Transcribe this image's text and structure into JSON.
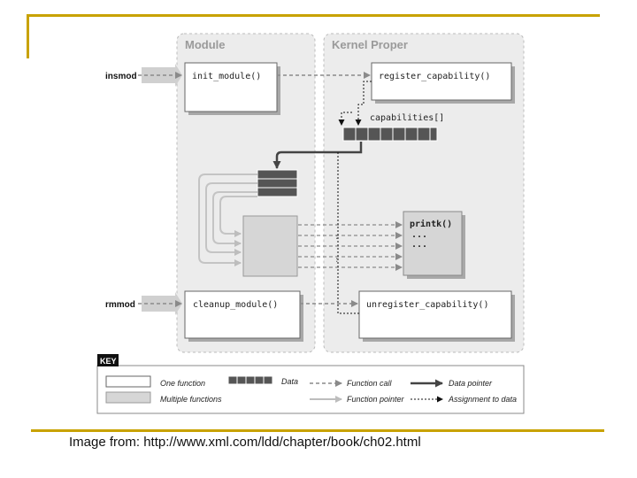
{
  "panels": {
    "module": "Module",
    "kernel": "Kernel Proper"
  },
  "commands": {
    "insmod": "insmod",
    "rmmod": "rmmod"
  },
  "functions": {
    "init_module": "init_module()",
    "register_capability": "register_capability()",
    "capabilities": "capabilities[]",
    "printk": "printk()",
    "printk_more_1": "...",
    "printk_more_2": "...",
    "cleanup_module": "cleanup_module()",
    "unregister_capability": "unregister_capability()"
  },
  "key": {
    "title": "KEY",
    "one_function": "One function",
    "multiple_functions": "Multiple functions",
    "data": "Data",
    "function_call": "Function call",
    "function_pointer": "Function pointer",
    "data_pointer": "Data pointer",
    "assignment_to_data": "Assignment to data"
  },
  "caption": "Image from:  http://www.xml.com/ldd/chapter/book/ch02.html",
  "colors": {
    "frame": "#c8a200",
    "panel": "#ececec",
    "box": "#ffffff",
    "multi_box": "#d6d6d6",
    "data_cell": "#555555"
  }
}
